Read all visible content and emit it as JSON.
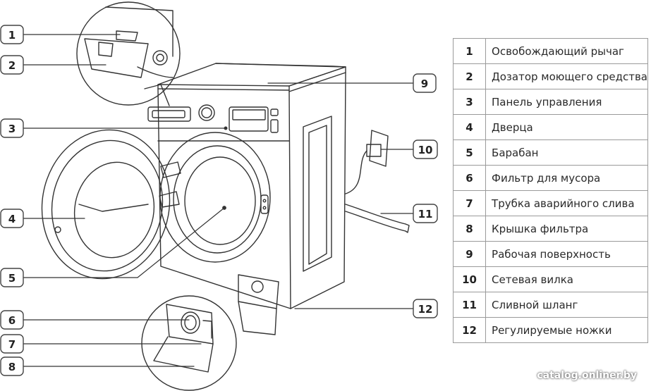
{
  "callouts": [
    {
      "num": "1"
    },
    {
      "num": "2"
    },
    {
      "num": "3"
    },
    {
      "num": "4"
    },
    {
      "num": "5"
    },
    {
      "num": "6"
    },
    {
      "num": "7"
    },
    {
      "num": "8"
    },
    {
      "num": "9"
    },
    {
      "num": "10"
    },
    {
      "num": "11"
    },
    {
      "num": "12"
    }
  ],
  "legend": [
    {
      "num": "1",
      "label": "Освобождающий рычаг"
    },
    {
      "num": "2",
      "label": "Дозатор моющего средства"
    },
    {
      "num": "3",
      "label": "Панель управления"
    },
    {
      "num": "4",
      "label": "Дверца"
    },
    {
      "num": "5",
      "label": "Барабан"
    },
    {
      "num": "6",
      "label": "Фильтр для мусора"
    },
    {
      "num": "7",
      "label": "Трубка аварийного слива"
    },
    {
      "num": "8",
      "label": "Крышка фильтра"
    },
    {
      "num": "9",
      "label": "Рабочая поверхность"
    },
    {
      "num": "10",
      "label": "Сетевая вилка"
    },
    {
      "num": "11",
      "label": "Сливной шланг"
    },
    {
      "num": "12",
      "label": "Регулируемые ножки"
    }
  ],
  "watermark": "catalog.onliner.by",
  "colors": {
    "line": "#333333",
    "label_border": "#444444",
    "table_border": "#9a9a9a"
  }
}
